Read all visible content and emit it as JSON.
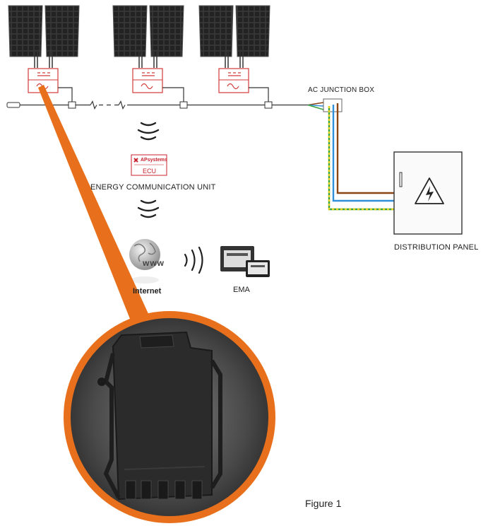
{
  "labels": {
    "ac_junction_box": "AC JUNCTION BOX",
    "energy_communication_unit": "ENERGY COMMUNICATION UNIT",
    "distribution_panel": "DISTRIBUTION PANEL",
    "internet": "Internet",
    "ema": "EMA",
    "figure": "Figure 1",
    "ecu_device_text": "ECU",
    "ecu_brand": "APsystems",
    "globe_text": "www"
  },
  "colors": {
    "accent_orange": "#e8701c",
    "inverter_red": "#d23a3a",
    "wire_brown": "#8b4513",
    "wire_blue": "#2f8fd8",
    "wire_green": "#3aa33a",
    "wire_yellow": "#e6d21a",
    "panel_dark": "#2c2c2c"
  },
  "icons": [
    "solar-panel-icon",
    "microinverter-icon",
    "wifi-signal-icon",
    "globe-icon",
    "monitor-icon",
    "lightning-warning-icon"
  ]
}
